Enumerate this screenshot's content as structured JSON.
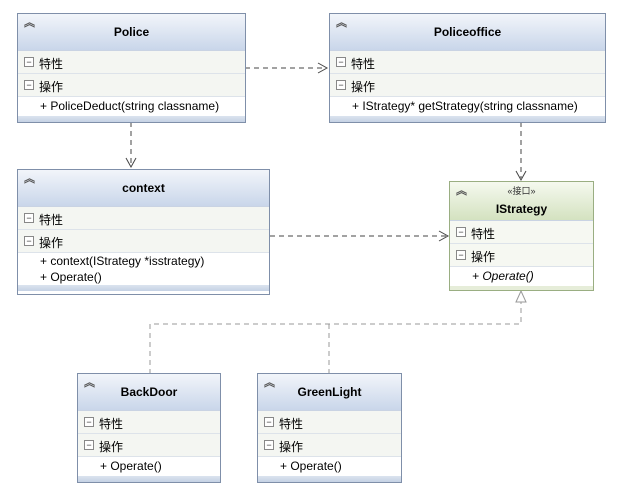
{
  "section_labels": {
    "attributes": "特性",
    "operations": "操作"
  },
  "classes": {
    "police": {
      "name": "Police",
      "operations": [
        "+ PoliceDeduct(string classname)"
      ]
    },
    "policeoffice": {
      "name": "Policeoffice",
      "operations": [
        "+ IStrategy* getStrategy(string classname)"
      ]
    },
    "context": {
      "name": "context",
      "operations": [
        "+ context(IStrategy *isstrategy)",
        "+ Operate()"
      ]
    },
    "istrategy": {
      "stereotype": "«接口»",
      "name": "IStrategy",
      "operations": [
        "+ Operate()"
      ]
    },
    "backdoor": {
      "name": "BackDoor",
      "operations": [
        "+ Operate()"
      ]
    },
    "greenlight": {
      "name": "GreenLight",
      "operations": [
        "+ Operate()"
      ]
    }
  },
  "relationships": [
    {
      "from": "Police",
      "to": "Policeoffice",
      "kind": "dependency"
    },
    {
      "from": "Police",
      "to": "context",
      "kind": "dependency"
    },
    {
      "from": "Policeoffice",
      "to": "IStrategy",
      "kind": "dependency"
    },
    {
      "from": "context",
      "to": "IStrategy",
      "kind": "dependency"
    },
    {
      "from": "BackDoor",
      "to": "IStrategy",
      "kind": "realization"
    },
    {
      "from": "GreenLight",
      "to": "IStrategy",
      "kind": "realization"
    }
  ],
  "colors": {
    "class_border": "#7f8fa9",
    "class_header": "#c9d6ea",
    "interface_border": "#9aae82",
    "interface_header": "#d4e2c0",
    "connector": "#444444"
  }
}
